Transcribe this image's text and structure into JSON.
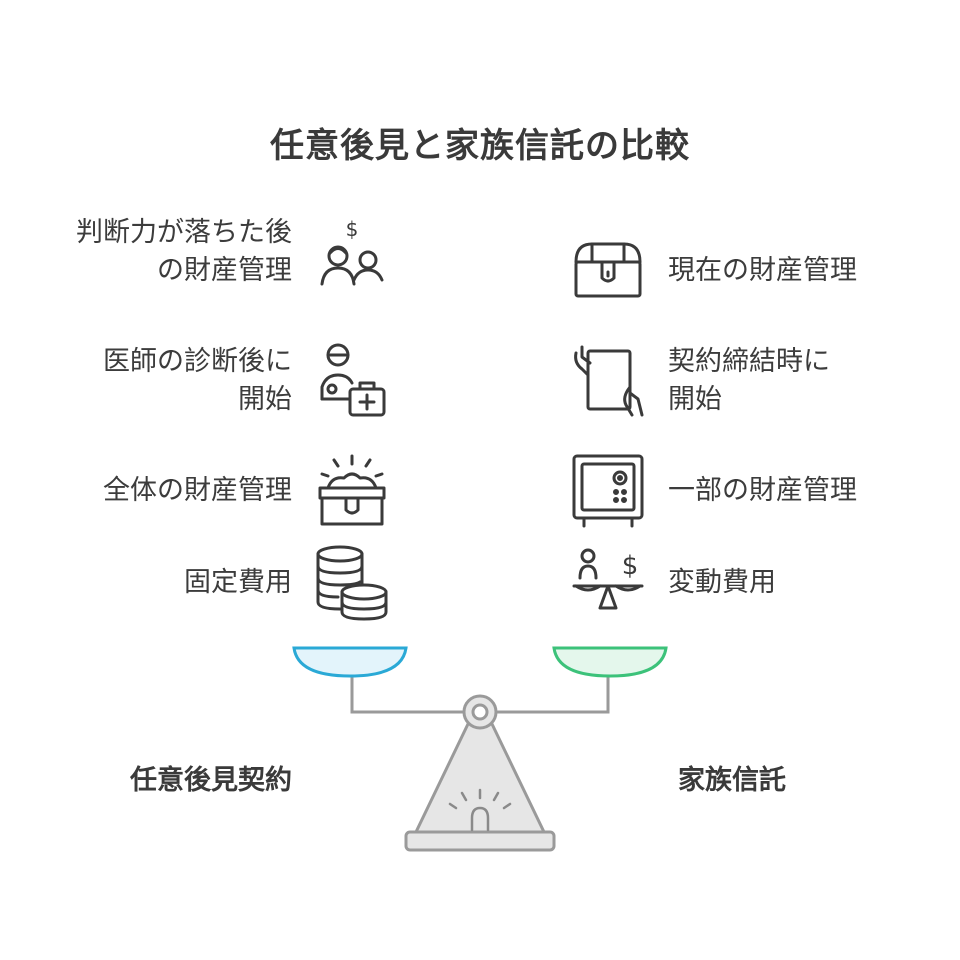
{
  "title": "任意後見と家族信託の比較",
  "left": {
    "heading": "任意後見契約",
    "items": [
      {
        "lines": [
          "判断力が落ちた後",
          "の財産管理"
        ],
        "icon": "people-money-icon"
      },
      {
        "lines": [
          "医師の診断後に",
          "開始"
        ],
        "icon": "doctor-medical-kit-icon"
      },
      {
        "lines": [
          "全体の財産管理"
        ],
        "icon": "treasure-chest-open-icon"
      },
      {
        "lines": [
          "固定費用"
        ],
        "icon": "coin-stack-icon"
      }
    ],
    "pan_color": "#2aa9d6",
    "pan_fill": "#e3f4fb"
  },
  "right": {
    "heading": "家族信託",
    "items": [
      {
        "lines": [
          "現在の財産管理"
        ],
        "icon": "treasure-chest-closed-icon"
      },
      {
        "lines": [
          "契約締結時に",
          "開始"
        ],
        "icon": "tablet-signing-icon"
      },
      {
        "lines": [
          "一部の財産管理"
        ],
        "icon": "safe-icon"
      },
      {
        "lines": [
          "変動費用"
        ],
        "icon": "balance-person-money-icon"
      }
    ],
    "pan_color": "#3cc27a",
    "pan_fill": "#e4f7ec"
  },
  "colors": {
    "icon_stroke": "#3a3a3a",
    "scale_gray": "#9a9a9a",
    "scale_fill": "#e6e6e6"
  }
}
